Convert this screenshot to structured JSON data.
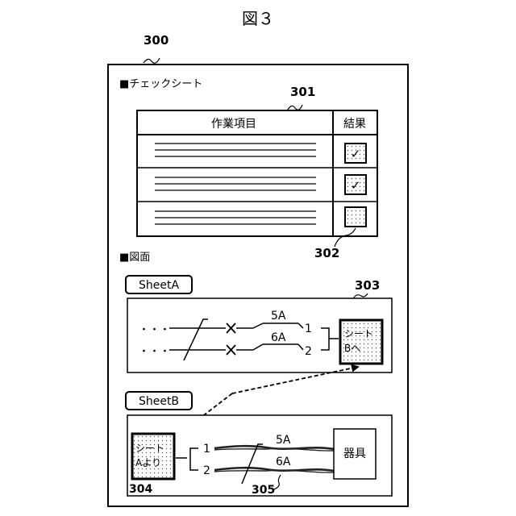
{
  "figure": {
    "title": "図３",
    "outer_ref": "300",
    "check_sheet": {
      "heading": "■チェックシート",
      "ref": "301",
      "table": {
        "col_work_item": "作業項目",
        "col_result": "結果",
        "rows": [
          {
            "checked": true,
            "check_mark": "✓"
          },
          {
            "checked": true,
            "check_mark": "✓"
          },
          {
            "checked": false,
            "check_mark": ""
          }
        ]
      },
      "checkbox_ref": "302"
    },
    "drawings": {
      "heading": "■図面",
      "sheet_a": {
        "tab_label": "SheetA",
        "ellipsis_1": "・・・",
        "ellipsis_2": "・・・",
        "wire_1_label": "5A",
        "wire_2_label": "6A",
        "terminal_1": "1",
        "terminal_2": "2",
        "ref_box_ref": "303",
        "ref_box_line1": "シート",
        "ref_box_line2": "Bへ"
      },
      "sheet_b": {
        "tab_label": "SheetB",
        "ref_box_line1": "シート",
        "ref_box_line2": "Aより",
        "ref_box_ref": "304",
        "terminal_1": "1",
        "terminal_2": "2",
        "wire_1_label": "5A",
        "wire_2_label": "6A",
        "cable_ref": "305",
        "device_label": "器具"
      }
    }
  }
}
